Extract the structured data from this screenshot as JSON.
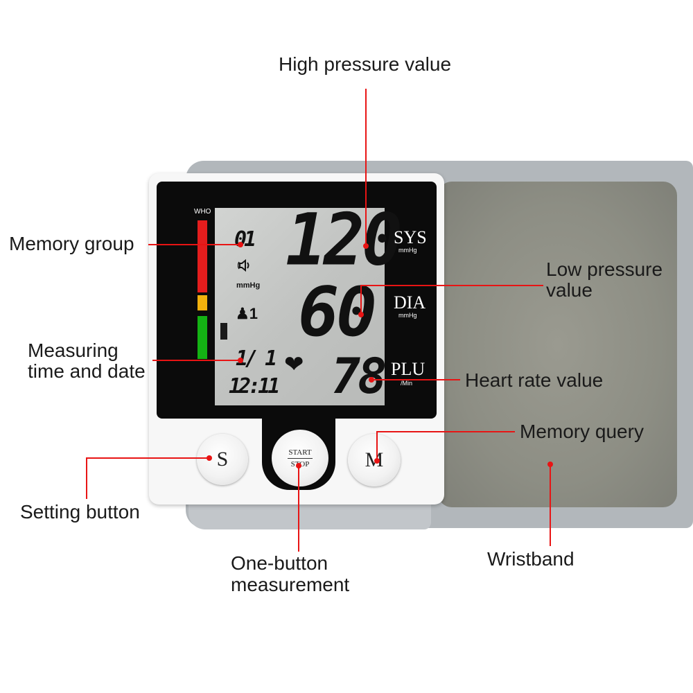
{
  "device": {
    "who_label": "WHO",
    "memory_group_value": "01",
    "unit_lcd": "mmHg",
    "user_value": "1",
    "sys_value": "120",
    "dia_value": "60",
    "plu_value": "78",
    "date_value": "1/ 1",
    "time_value": "12:11",
    "sys_label": "SYS",
    "sys_unit": "mmHg",
    "dia_label": "DIA",
    "dia_unit": "mmHg",
    "plu_label": "PLU",
    "plu_unit": "/Min",
    "button_s": "S",
    "button_start": "START",
    "button_stop": "STOP",
    "button_m": "M",
    "colors": {
      "red": "#e41d1d",
      "yellow": "#f2b10d",
      "green": "#14b214",
      "callout": "#e81414"
    }
  },
  "callouts": {
    "high_pressure": "High pressure value",
    "memory_group": "Memory group",
    "low_pressure_line1": "Low pressure",
    "low_pressure_line2": "value",
    "measuring_line1": "Measuring",
    "measuring_line2": "time and date",
    "heart_rate": "Heart rate value",
    "memory_query": "Memory query",
    "setting_button": "Setting button",
    "one_button_line1": "One-button",
    "one_button_line2": "measurement",
    "wristband": "Wristband"
  }
}
